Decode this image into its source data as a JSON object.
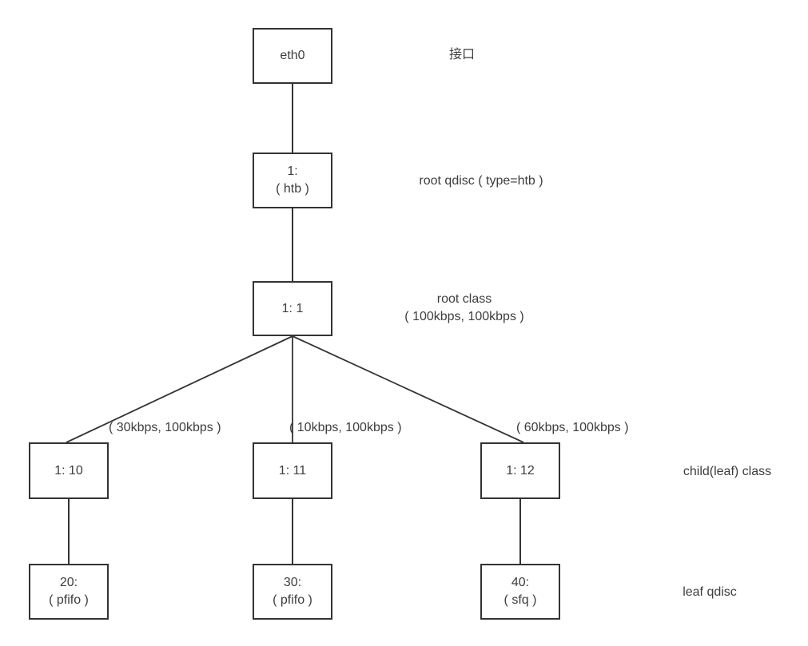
{
  "colors": {
    "background": "#ffffff",
    "line": "#333333",
    "border": "#333333",
    "text": "#3d3d3d"
  },
  "nodes": {
    "interface": {
      "line1": "eth0"
    },
    "root_qdisc": {
      "line1": "1:",
      "line2": "( htb )"
    },
    "root_class": {
      "line1": "1: 1"
    },
    "class_10": {
      "line1": "1: 10"
    },
    "class_11": {
      "line1": "1: 11"
    },
    "class_12": {
      "line1": "1: 12"
    },
    "qdisc_20": {
      "line1": "20:",
      "line2": "( pfifo )"
    },
    "qdisc_30": {
      "line1": "30:",
      "line2": "( pfifo )"
    },
    "qdisc_40": {
      "line1": "40:",
      "line2": "( sfq )"
    }
  },
  "annotations": {
    "interface": "接口",
    "root_qdisc": "root qdisc ( type=htb )",
    "root_class_line1": "root class",
    "root_class_line2": "( 100kbps, 100kbps )",
    "child_class": "child(leaf) class",
    "leaf_qdisc": "leaf qdisc"
  },
  "edge_labels": {
    "class_10": "( 30kbps, 100kbps )",
    "class_11": "( 10kbps, 100kbps )",
    "class_12": "( 60kbps, 100kbps )"
  }
}
